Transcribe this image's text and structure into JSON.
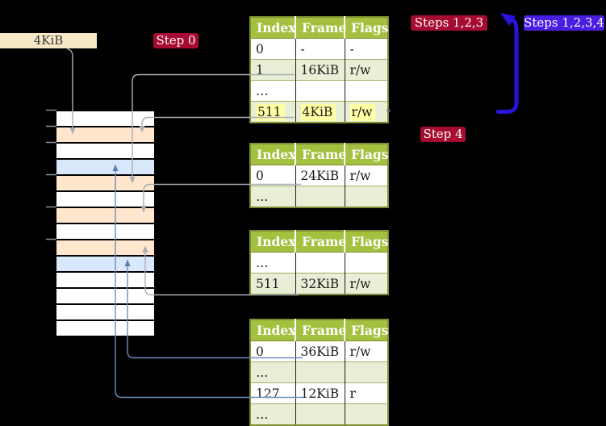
{
  "labels": {
    "page_size_box": "4KiB",
    "step0": "Step 0",
    "steps123": "Steps 1,2,3",
    "steps1234": "Steps 1,2,3,4",
    "step4": "Step 4"
  },
  "tables": [
    {
      "name": "page-table-level-top",
      "headers": [
        "Index",
        "Frame",
        "Flags"
      ],
      "rows": [
        [
          "0",
          "-",
          "-"
        ],
        [
          "1",
          "16KiB",
          "r/w"
        ],
        [
          "…",
          "",
          ""
        ],
        [
          "511",
          "4KiB",
          "r/w"
        ]
      ],
      "highlight_row": 3
    },
    {
      "name": "page-table-second",
      "headers": [
        "Index",
        "Frame",
        "Flags"
      ],
      "rows": [
        [
          "0",
          "24KiB",
          "r/w"
        ],
        [
          "…",
          "",
          ""
        ]
      ],
      "highlight_row": -1
    },
    {
      "name": "page-table-third",
      "headers": [
        "Index",
        "Frame",
        "Flags"
      ],
      "rows": [
        [
          "…",
          "",
          ""
        ],
        [
          "511",
          "32KiB",
          "r/w"
        ]
      ],
      "highlight_row": -1
    },
    {
      "name": "page-table-fourth",
      "headers": [
        "Index",
        "Frame",
        "Flags"
      ],
      "rows": [
        [
          "0",
          "36KiB",
          "r/w"
        ],
        [
          "…",
          "",
          ""
        ],
        [
          "127",
          "12KiB",
          "r"
        ],
        [
          "…",
          "",
          ""
        ]
      ],
      "highlight_row": -1
    }
  ],
  "memory_strip": {
    "rows": [
      "white",
      "orange",
      "white",
      "blue",
      "orange",
      "white",
      "orange",
      "white",
      "orange",
      "blue",
      "white",
      "white",
      "white",
      "white"
    ],
    "ticks_y": [
      136,
      156,
      176,
      216,
      256,
      296
    ]
  },
  "colors": {
    "badge_red": "#a60c31",
    "badge_blue": "#4a1ee0",
    "loop_arrow_blue": "#2a13dd",
    "table_header_green": "#a3c03f",
    "table_alt_row_green": "#e9efd6",
    "table_border_olive": "#7d8d31",
    "highlight_yellow": "#ffffa3",
    "strip_orange": "#ffe6cc",
    "strip_blue": "#dae8fc",
    "page_size_box_bg": "#f7e9c6",
    "gray_connector": "#a8adb6",
    "steel_connector": "#6d8ebf"
  }
}
